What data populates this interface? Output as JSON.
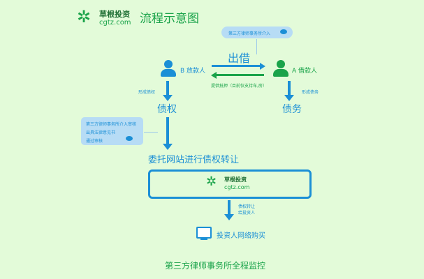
{
  "logo": {
    "name": "草根投资",
    "domain": "cgtz.com"
  },
  "title": "流程示意图",
  "lawyer_badge": "第三方律师事务所介入",
  "lend_label": "出借",
  "borrower": "A 借款人",
  "lender": "B 放款人",
  "collateral": "提供抵押（目前仅支持车,房）",
  "form_debt": "形成债务",
  "form_claim": "形成债权",
  "claim": "债权",
  "debt": "债务",
  "review_box": [
    "第三方律师事务所介入审核",
    "出具法律意见书",
    "通过审核"
  ],
  "entrust": "委托网站进行债权转让",
  "transfer": [
    "债权转让",
    "给投资人"
  ],
  "buy": "投资人网络购买",
  "footer": "第三方律师事务所全程监控"
}
